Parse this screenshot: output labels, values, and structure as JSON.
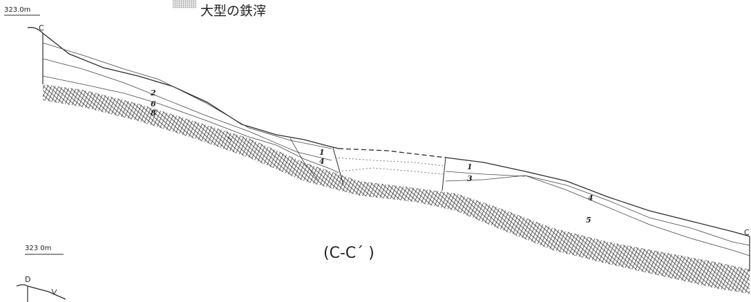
{
  "legend": {
    "swatch_color": "#bdbdbd",
    "text": "大型の鉄滓"
  },
  "section_c": {
    "elevation": "323.0m",
    "start_label": "C",
    "end_label": "C",
    "title": "(C-C´ )",
    "layer_labels": [
      "2",
      "6",
      "8",
      "1",
      "4",
      "1",
      "3",
      "4",
      "5"
    ]
  },
  "section_d": {
    "elevation": "323 0m",
    "start_label": "D"
  },
  "colors": {
    "line": "#2a2a2a",
    "bedrock_hatch": "#3a3a3a"
  }
}
